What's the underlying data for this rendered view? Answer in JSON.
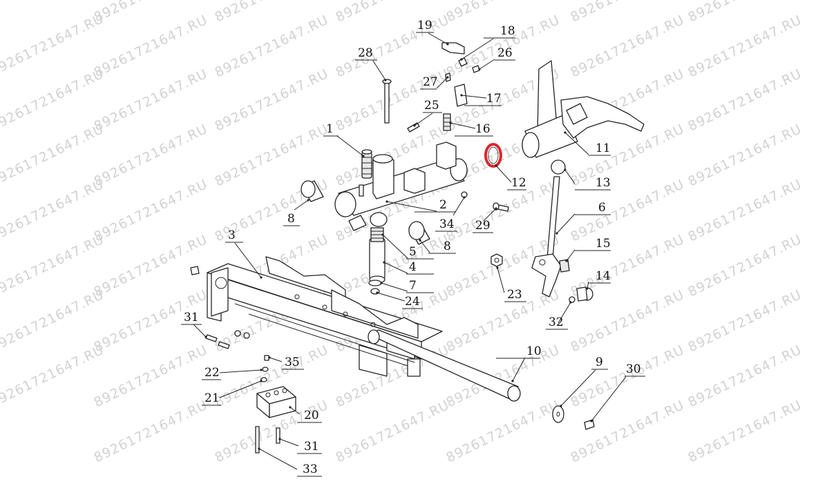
{
  "watermark": "89261721647.RU",
  "accent_color": "#e0262b",
  "highlighted_part": "12",
  "callouts": [
    {
      "label": "1"
    },
    {
      "label": "2"
    },
    {
      "label": "3"
    },
    {
      "label": "4"
    },
    {
      "label": "5"
    },
    {
      "label": "6"
    },
    {
      "label": "7"
    },
    {
      "label": "8"
    },
    {
      "label": "8"
    },
    {
      "label": "9"
    },
    {
      "label": "10"
    },
    {
      "label": "11"
    },
    {
      "label": "12"
    },
    {
      "label": "13"
    },
    {
      "label": "14"
    },
    {
      "label": "15"
    },
    {
      "label": "16"
    },
    {
      "label": "17"
    },
    {
      "label": "18"
    },
    {
      "label": "19"
    },
    {
      "label": "20"
    },
    {
      "label": "21"
    },
    {
      "label": "22"
    },
    {
      "label": "23"
    },
    {
      "label": "24"
    },
    {
      "label": "25"
    },
    {
      "label": "26"
    },
    {
      "label": "27"
    },
    {
      "label": "28"
    },
    {
      "label": "29"
    },
    {
      "label": "30"
    },
    {
      "label": "31"
    },
    {
      "label": "31"
    },
    {
      "label": "32"
    },
    {
      "label": "33"
    },
    {
      "label": "34"
    },
    {
      "label": "35"
    }
  ]
}
